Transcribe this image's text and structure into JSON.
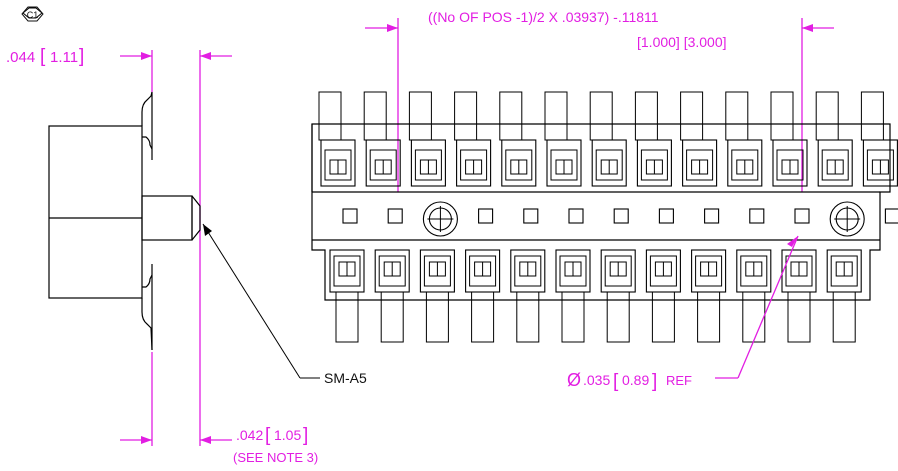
{
  "notes": {
    "rev_marker": "C1",
    "top_left_dim": ".044",
    "top_left_dim_mm": "1.11",
    "top_formula": "((No OF POS -1)/2 X .03937) -.11811",
    "top_formula_mm": "[1.000]  [3.000]",
    "bottom_dim": ".042",
    "bottom_dim_mm": "1.05",
    "bottom_note": "(SEE NOTE 3)",
    "callout_part": "SM-A5",
    "hole_symbol": "Ø",
    "hole_dim": ".035",
    "hole_dim_mm": "0.89",
    "hole_ref": "REF"
  },
  "front_view": {
    "top_row_positions": 13,
    "bottom_row_positions": 12,
    "square_count": 13,
    "hole_positions": [
      2,
      11
    ]
  },
  "colors": {
    "dimension": "#e21ee2",
    "outline": "#000000"
  }
}
